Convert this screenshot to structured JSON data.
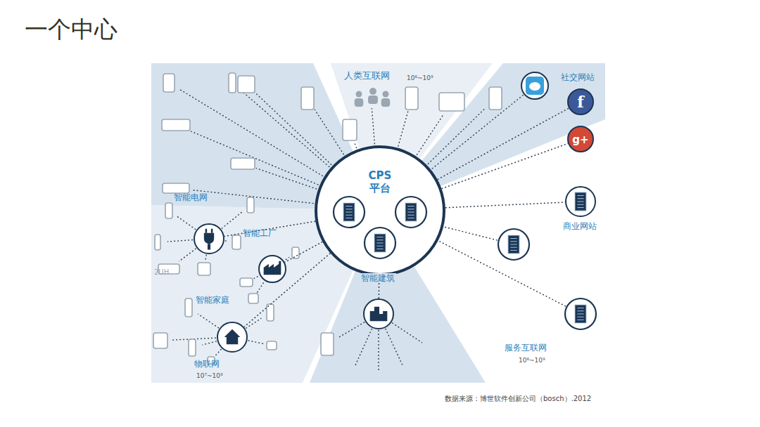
{
  "diagram": {
    "title": "一个中心",
    "caption": "数据来源：博世软件创新公司（bosch）.2012",
    "nodes": [
      {
        "text": [
          "CPS 平台"
        ]
      },
      {
        "text": [
          "智能电网"
        ]
      },
      {
        "text": [
          "智能工厂"
        ]
      },
      {
        "text": [
          "智能家庭"
        ]
      },
      {
        "text": [
          "智能建筑"
        ]
      },
      {
        "text": [
          "商业网站"
        ]
      },
      {
        "text": [
          "f"
        ]
      },
      {
        "text": [
          "g+"
        ]
      }
    ],
    "edges": [
      {
        "from": 0,
        "to": 1,
        "arrow": "none"
      },
      {
        "from": 0,
        "to": 2,
        "arrow": "none"
      },
      {
        "from": 0,
        "to": 3,
        "arrow": "none"
      },
      {
        "from": 0,
        "to": 4,
        "arrow": "none"
      },
      {
        "from": 0,
        "to": 5,
        "arrow": "none"
      },
      {
        "from": 0,
        "to": 6,
        "arrow": "none"
      },
      {
        "from": 0,
        "to": 7,
        "arrow": "none"
      }
    ],
    "labels": [
      "人类互联网",
      "10⁶~10⁹",
      "社交网站",
      "2UH",
      "物联网",
      "10⁷~10⁹",
      "服务互联网",
      "10⁶~10⁹"
    ]
  }
}
